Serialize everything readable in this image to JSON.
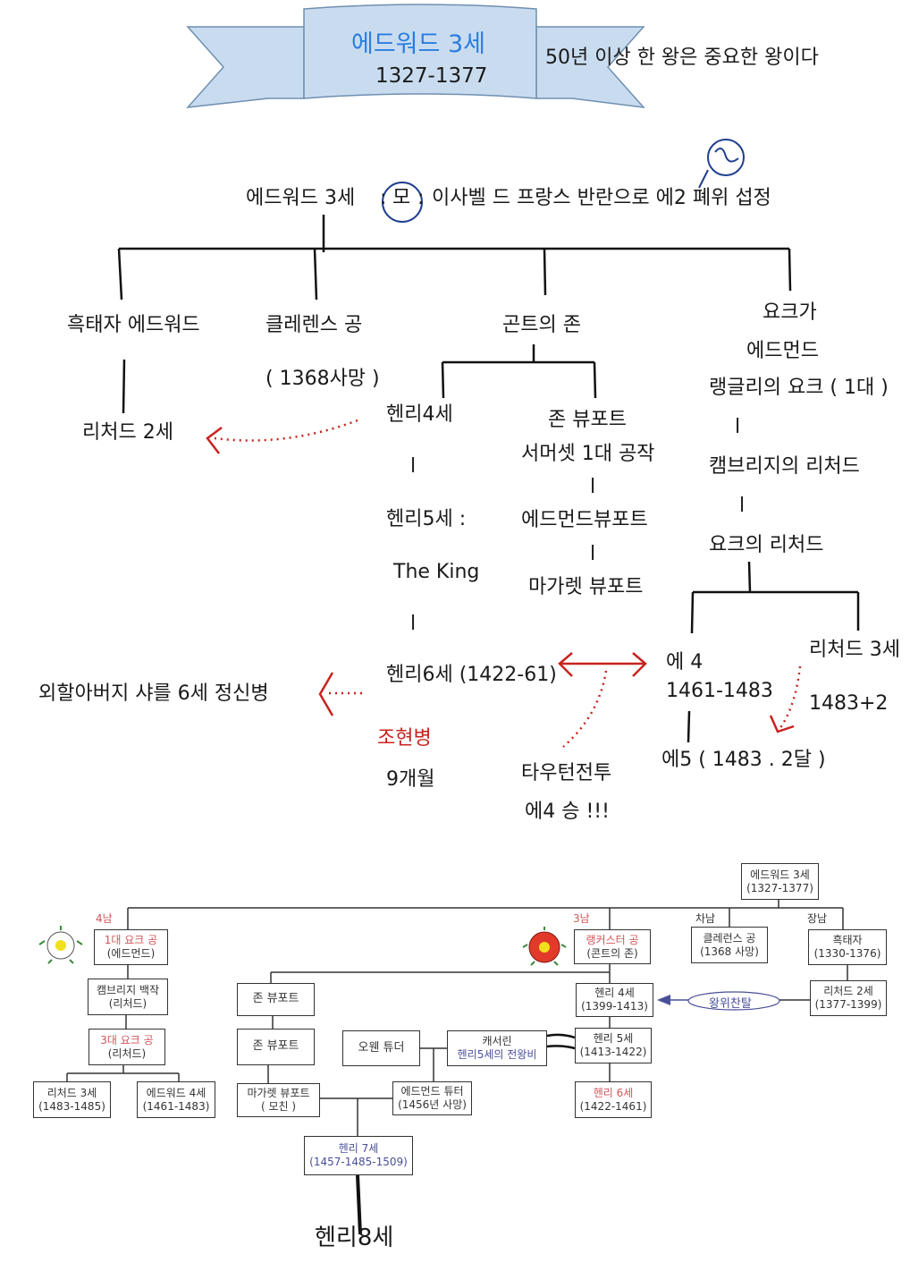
{
  "banner": {
    "title": "에드워드 3세",
    "years": "1327-1377"
  },
  "side_note": "50년 이상 한 왕은 중요한 왕이다",
  "notes": {
    "root_line": {
      "name": "에드워드 3세",
      "sep1": ":",
      "mother": "모",
      "sep2": ":",
      "rest": "이사벨 드 프랑스 반란으로 에2 폐위  섭정"
    },
    "black_prince": "흑태자 에드워드",
    "richard2": "리처드 2세",
    "clarence": "클레렌스 공",
    "clarence_death": "( 1368사망 )",
    "gaunt": "곤트의 존",
    "henry4": "헨리4세",
    "bar": "l",
    "henry5": "헨리5세 :",
    "the_king": "The King",
    "henry6": "헨리6세 (1422-61)",
    "schizo": "조현병",
    "nine_months": "9개월",
    "grandfather": "외할아버지 샤를 6세 정신병",
    "john_beaufort": "존 뷰포트",
    "somerset": "서머셋 1대 공작",
    "edmund_beaufort": "에드먼드뷰포트",
    "margaret_beaufort": "마가렛 뷰포트",
    "towton": "타우턴전투",
    "ed4_win": "에4 승 !!!",
    "york_house": "요크가",
    "edmund": "에드먼드",
    "langley": "랭글리의 요크 ( 1대 )",
    "cambridge": "캠브리지의 리처드",
    "york_richard": "요크의 리처드",
    "ed4": "에 4",
    "ed4_years": "1461-1483",
    "ed5": "에5 ( 1483 . 2달 )",
    "richard3": "리처드 3세",
    "richard3_years": "1483+2"
  },
  "chart": {
    "edward3": {
      "name": "에드워드 3세",
      "years": "(1327-1377)"
    },
    "labels": {
      "fourth": "4남",
      "third": "3남",
      "second": "차남",
      "first": "장남"
    },
    "york1": {
      "name": "1대 요크 공",
      "sub": "(에드먼드)"
    },
    "cambridge": {
      "name": "캠브리지 백작",
      "sub": "(리처드)"
    },
    "york3": {
      "name": "3대 요크 공",
      "sub": "(리처드)"
    },
    "richard3": {
      "name": "리처드 3세",
      "years": "(1483-1485)"
    },
    "edward4": {
      "name": "에드워드 4세",
      "years": "(1461-1483)"
    },
    "lancaster": {
      "name": "랭커스터 공",
      "sub": "(콘트의 존)"
    },
    "clarence": {
      "name": "클레런스 공",
      "sub": "(1368 사망)"
    },
    "black_prince": {
      "name": "흑태자",
      "years": "(1330-1376)"
    },
    "richard2": {
      "name": "리처드 2세",
      "years": "(1377-1399)"
    },
    "usurp": "왕위찬탈",
    "henry4": {
      "name": "헨리 4세",
      "years": "(1399-1413)"
    },
    "henry5": {
      "name": "헨리 5세",
      "years": "(1413-1422)"
    },
    "henry6": {
      "name": "헨리 6세",
      "years": "(1422-1461)"
    },
    "john_beaufort1": "존 뷰포트",
    "john_beaufort2": "존 뷰포트",
    "margaret": {
      "name": "마가렛 뷰포트",
      "sub": "( 모친 )"
    },
    "owen": "오웬 튜더",
    "catherine": {
      "name": "캐서린",
      "sub": "헨리5세의 전왕비"
    },
    "edmund_tudor": {
      "name": "에드먼드 튜터",
      "sub": "(1456년 사망)"
    },
    "henry7": {
      "name": "헨리 7세",
      "years": "(1457-1485-1509)"
    },
    "henry8": "헨리8세"
  },
  "colors": {
    "blue_title": "#2a7de1",
    "red_ink": "#c8231e",
    "banner_fill": "#c9dcef"
  }
}
